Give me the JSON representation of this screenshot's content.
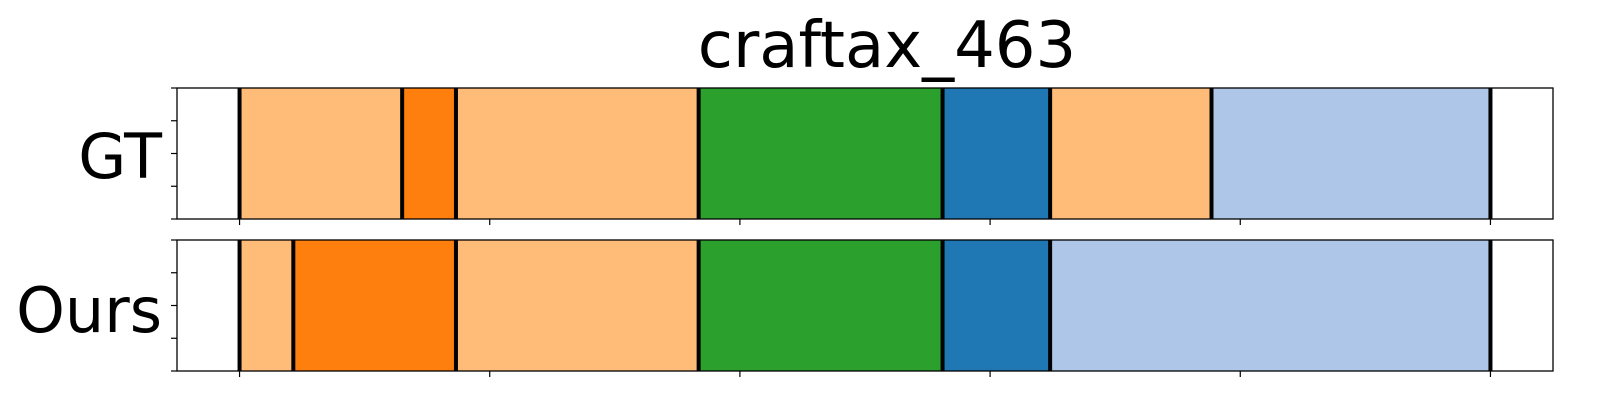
{
  "chart_data": {
    "type": "segment-timeline",
    "title": "craftax_463",
    "rows": [
      {
        "label": "GT",
        "segments": [
          {
            "start": 0.0,
            "end": 13.0,
            "color": "#ffbb78"
          },
          {
            "start": 13.0,
            "end": 17.3,
            "color": "#ff7f0e"
          },
          {
            "start": 17.3,
            "end": 36.7,
            "color": "#ffbb78"
          },
          {
            "start": 36.7,
            "end": 56.2,
            "color": "#2ca02c"
          },
          {
            "start": 56.2,
            "end": 64.8,
            "color": "#1f77b4"
          },
          {
            "start": 64.8,
            "end": 77.7,
            "color": "#ffbb78"
          },
          {
            "start": 77.7,
            "end": 100.0,
            "color": "#aec7e8"
          }
        ]
      },
      {
        "label": "Ours",
        "segments": [
          {
            "start": 0.0,
            "end": 4.3,
            "color": "#ffbb78"
          },
          {
            "start": 4.3,
            "end": 17.3,
            "color": "#ff7f0e"
          },
          {
            "start": 17.3,
            "end": 36.7,
            "color": "#ffbb78"
          },
          {
            "start": 36.7,
            "end": 56.2,
            "color": "#2ca02c"
          },
          {
            "start": 56.2,
            "end": 64.8,
            "color": "#1f77b4"
          },
          {
            "start": 64.8,
            "end": 100.0,
            "color": "#aec7e8"
          }
        ]
      }
    ],
    "xlim": [
      -5,
      105
    ],
    "xticks": [
      0,
      20,
      40,
      60,
      80,
      100
    ],
    "yticks_per_row": 5,
    "tick_labels_visible": false,
    "boundary_color": "#000000",
    "grid": false,
    "legend": "none"
  }
}
